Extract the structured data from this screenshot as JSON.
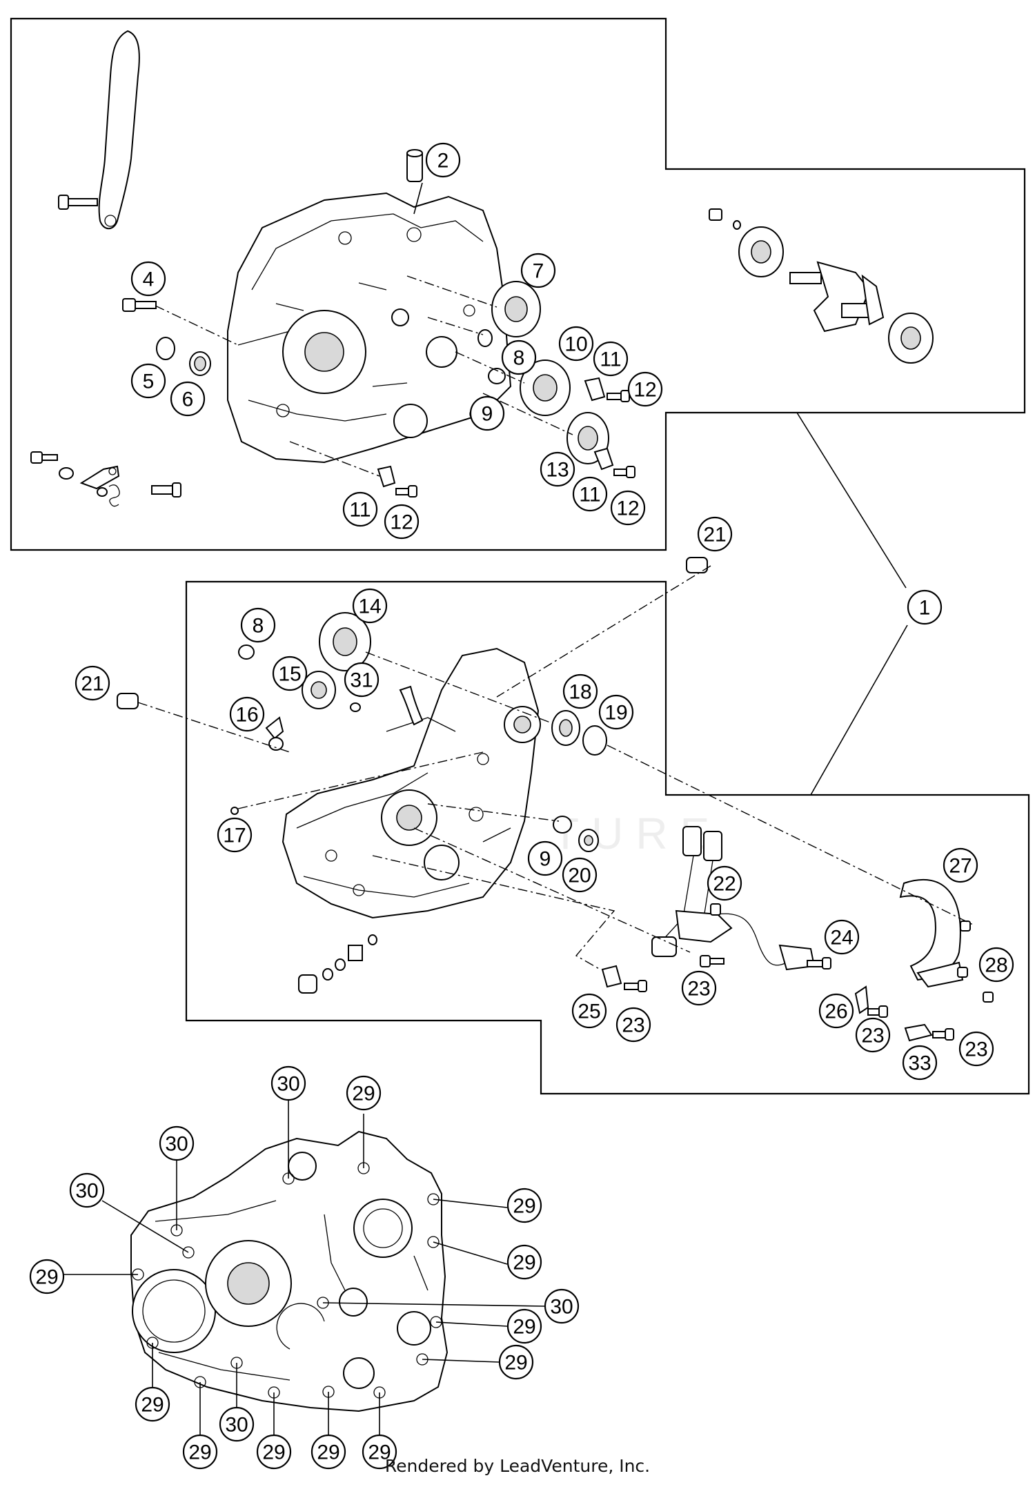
{
  "credit": "Rendered by LeadVenture, Inc.",
  "watermark": "TURE",
  "callouts": [
    {
      "id": "c-2",
      "label": "2"
    },
    {
      "id": "c-4",
      "label": "4"
    },
    {
      "id": "c-5",
      "label": "5"
    },
    {
      "id": "c-6",
      "label": "6"
    },
    {
      "id": "c-7",
      "label": "7"
    },
    {
      "id": "c-8a",
      "label": "8"
    },
    {
      "id": "c-10",
      "label": "10"
    },
    {
      "id": "c-11a",
      "label": "11"
    },
    {
      "id": "c-12a",
      "label": "12"
    },
    {
      "id": "c-9a",
      "label": "9"
    },
    {
      "id": "c-13",
      "label": "13"
    },
    {
      "id": "c-11b",
      "label": "11"
    },
    {
      "id": "c-12b",
      "label": "12"
    },
    {
      "id": "c-11c",
      "label": "11"
    },
    {
      "id": "c-12c",
      "label": "12"
    },
    {
      "id": "c-21a",
      "label": "21"
    },
    {
      "id": "c-1",
      "label": "1"
    },
    {
      "id": "c-8b",
      "label": "8"
    },
    {
      "id": "c-14",
      "label": "14"
    },
    {
      "id": "c-21b",
      "label": "21"
    },
    {
      "id": "c-15",
      "label": "15"
    },
    {
      "id": "c-31",
      "label": "31"
    },
    {
      "id": "c-16",
      "label": "16"
    },
    {
      "id": "c-18",
      "label": "18"
    },
    {
      "id": "c-19",
      "label": "19"
    },
    {
      "id": "c-17",
      "label": "17"
    },
    {
      "id": "c-9b",
      "label": "9"
    },
    {
      "id": "c-20",
      "label": "20"
    },
    {
      "id": "c-22",
      "label": "22"
    },
    {
      "id": "c-27",
      "label": "27"
    },
    {
      "id": "c-24",
      "label": "24"
    },
    {
      "id": "c-28",
      "label": "28"
    },
    {
      "id": "c-23a",
      "label": "23"
    },
    {
      "id": "c-25",
      "label": "25"
    },
    {
      "id": "c-23b",
      "label": "23"
    },
    {
      "id": "c-26",
      "label": "26"
    },
    {
      "id": "c-23c",
      "label": "23"
    },
    {
      "id": "c-33",
      "label": "33"
    },
    {
      "id": "c-23d",
      "label": "23"
    },
    {
      "id": "c-30a",
      "label": "30"
    },
    {
      "id": "c-29a",
      "label": "29"
    },
    {
      "id": "c-30b",
      "label": "30"
    },
    {
      "id": "c-30c",
      "label": "30"
    },
    {
      "id": "c-29b",
      "label": "29"
    },
    {
      "id": "c-29c",
      "label": "29"
    },
    {
      "id": "c-29d",
      "label": "29"
    },
    {
      "id": "c-30d",
      "label": "30"
    },
    {
      "id": "c-29e",
      "label": "29"
    },
    {
      "id": "c-29f",
      "label": "29"
    },
    {
      "id": "c-29g",
      "label": "29"
    },
    {
      "id": "c-29h",
      "label": "29"
    },
    {
      "id": "c-30e",
      "label": "30"
    },
    {
      "id": "c-29i",
      "label": "29"
    },
    {
      "id": "c-29j",
      "label": "29"
    },
    {
      "id": "c-29k",
      "label": "29"
    }
  ]
}
